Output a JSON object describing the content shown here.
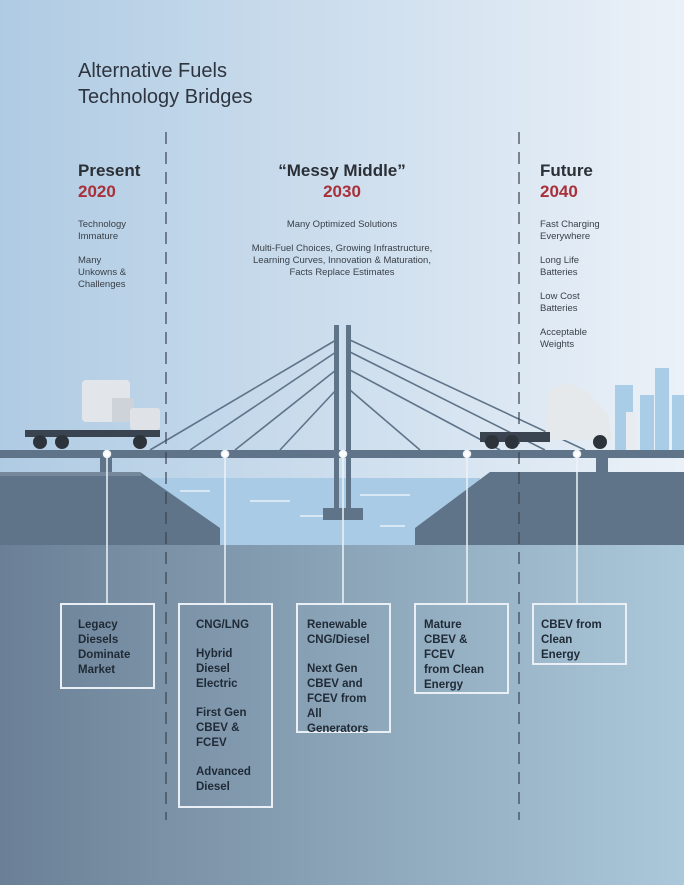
{
  "title": [
    "Alternative Fuels",
    "Technology Bridges"
  ],
  "columns": [
    {
      "heading": "Present",
      "year": "2020",
      "notes": [
        [
          "Technology",
          "Immature"
        ],
        [
          "Many",
          "Unkowns &",
          "Challenges"
        ]
      ]
    },
    {
      "heading": "“Messy Middle”",
      "year": "2030",
      "notes": [
        [
          "Many Optimized Solutions"
        ],
        [
          "Multi-Fuel Choices, Growing Infrastructure,",
          "Learning Curves, Innovation & Maturation,",
          "Facts Replace Estimates"
        ]
      ]
    },
    {
      "heading": "Future",
      "year": "2040",
      "notes": [
        [
          "Fast Charging",
          "Everywhere"
        ],
        [
          "Long Life",
          "Batteries"
        ],
        [
          "Low Cost",
          "Batteries"
        ],
        [
          "Acceptable",
          "Weights"
        ]
      ]
    }
  ],
  "boxes": [
    [
      [
        "Legacy",
        "Diesels",
        "Dominate",
        "Market"
      ]
    ],
    [
      [
        "CNG/LNG"
      ],
      [
        "Hybrid",
        "Diesel",
        "Electric"
      ],
      [
        "First Gen",
        "CBEV &",
        "FCEV"
      ],
      [
        "Advanced",
        "Diesel"
      ]
    ],
    [
      [
        "Renewable",
        "CNG/Diesel"
      ],
      [
        "Next Gen",
        "CBEV and",
        "FCEV from",
        "All Generators"
      ]
    ],
    [
      [
        "Mature",
        "CBEV & FCEV",
        "from Clean",
        "Energy"
      ]
    ],
    [
      [
        "CBEV from",
        "Clean Energy"
      ]
    ]
  ],
  "colors": {
    "accent": "#a8303a",
    "deck": "#5f7489",
    "water": "#a9cbe6"
  }
}
